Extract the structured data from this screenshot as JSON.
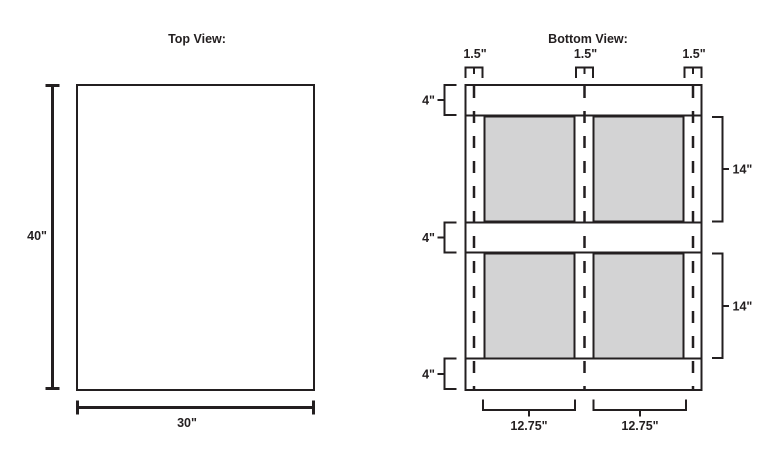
{
  "colors": {
    "line": "#231f20",
    "panel_fill": "#d3d3d4",
    "background": "#ffffff"
  },
  "top_view": {
    "title": "Top View:",
    "height_label": "40\"",
    "width_label": "30\""
  },
  "bottom_view": {
    "title": "Bottom View:",
    "cleat_width_labels": [
      "1.5\"",
      "1.5\"",
      "1.5\""
    ],
    "rail_height_labels": [
      "4\"",
      "4\"",
      "4\""
    ],
    "panel_height_labels": [
      "14\"",
      "14\""
    ],
    "panel_width_labels": [
      "12.75\"",
      "12.75\""
    ]
  }
}
